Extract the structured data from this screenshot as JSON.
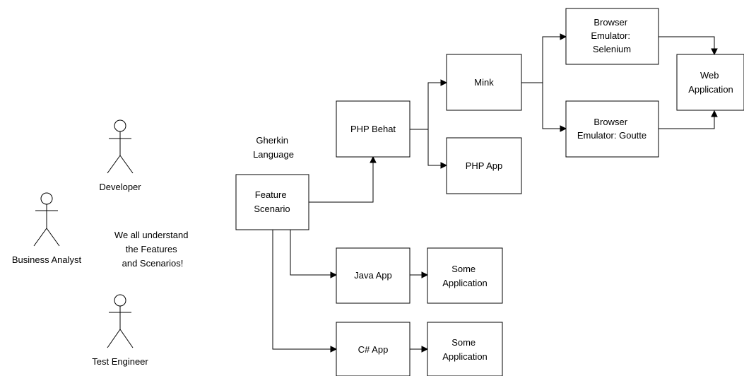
{
  "actors": {
    "developer": "Developer",
    "business_analyst": "Business Analyst",
    "test_engineer": "Test Engineer"
  },
  "annotations": {
    "shared_understanding": [
      "We all understand",
      "the Features",
      "and Scenarios!"
    ],
    "gherkin": [
      "Gherkin",
      "Language"
    ]
  },
  "nodes": {
    "feature_scenario": [
      "Feature",
      "Scenario"
    ],
    "php_behat": [
      "PHP Behat"
    ],
    "mink": [
      "Mink"
    ],
    "php_app": [
      "PHP App"
    ],
    "selenium": [
      "Browser",
      "Emulator:",
      "Selenium"
    ],
    "goutte": [
      "Browser",
      "Emulator: Goutte"
    ],
    "web_application": [
      "Web",
      "Application"
    ],
    "java_app": [
      "Java App"
    ],
    "csharp_app": [
      "C# App"
    ],
    "some_application_1": [
      "Some",
      "Application"
    ],
    "some_application_2": [
      "Some",
      "Application"
    ]
  },
  "colors": {
    "stroke": "#000000",
    "fill": "#ffffff",
    "text": "#000000"
  }
}
